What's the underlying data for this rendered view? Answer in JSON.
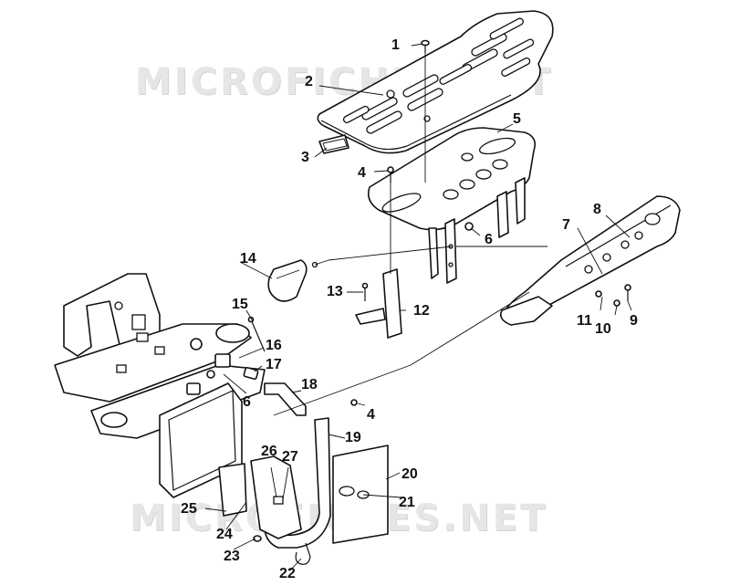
{
  "watermarks": [
    "MICROFICHES.NET",
    "MICROFICHES.NET"
  ],
  "callouts": {
    "c1": "1",
    "c2": "2",
    "c3": "3",
    "c4a": "4",
    "c4b": "4",
    "c5": "5",
    "c6a": "6",
    "c6b": "6",
    "c7": "7",
    "c8": "8",
    "c9": "9",
    "c10": "10",
    "c11": "11",
    "c12": "12",
    "c13": "13",
    "c14": "14",
    "c15": "15",
    "c16": "16",
    "c17": "17",
    "c18": "18",
    "c19": "19",
    "c20": "20",
    "c21": "21",
    "c22": "22",
    "c23": "23",
    "c24": "24",
    "c25": "25",
    "c26": "26",
    "c27": "27"
  }
}
